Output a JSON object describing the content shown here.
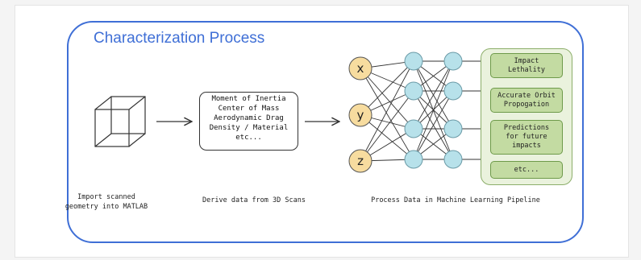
{
  "title": "Characterization Process",
  "steps": {
    "import_caption": "Import scanned\ngeometry into MATLAB",
    "derive_caption": "Derive data from 3D Scans",
    "process_caption": "Process Data in Machine Learning Pipeline"
  },
  "properties": [
    "Moment of Inertia",
    "Center of Mass",
    "Aerodynamic Drag",
    "Density / Material",
    "etc..."
  ],
  "network": {
    "inputs": [
      "x",
      "y",
      "z"
    ],
    "input_color": "#f7dc9f",
    "hidden_color": "#b7e1ea"
  },
  "outputs": [
    "Impact\nLethality",
    "Accurate Orbit\nPropogation",
    "Predictions\nfor future\nimpacts",
    "etc..."
  ],
  "colors": {
    "accent": "#3f6fd6",
    "output_fill": "#c3dba2",
    "panel_fill": "#eaf2dd"
  }
}
